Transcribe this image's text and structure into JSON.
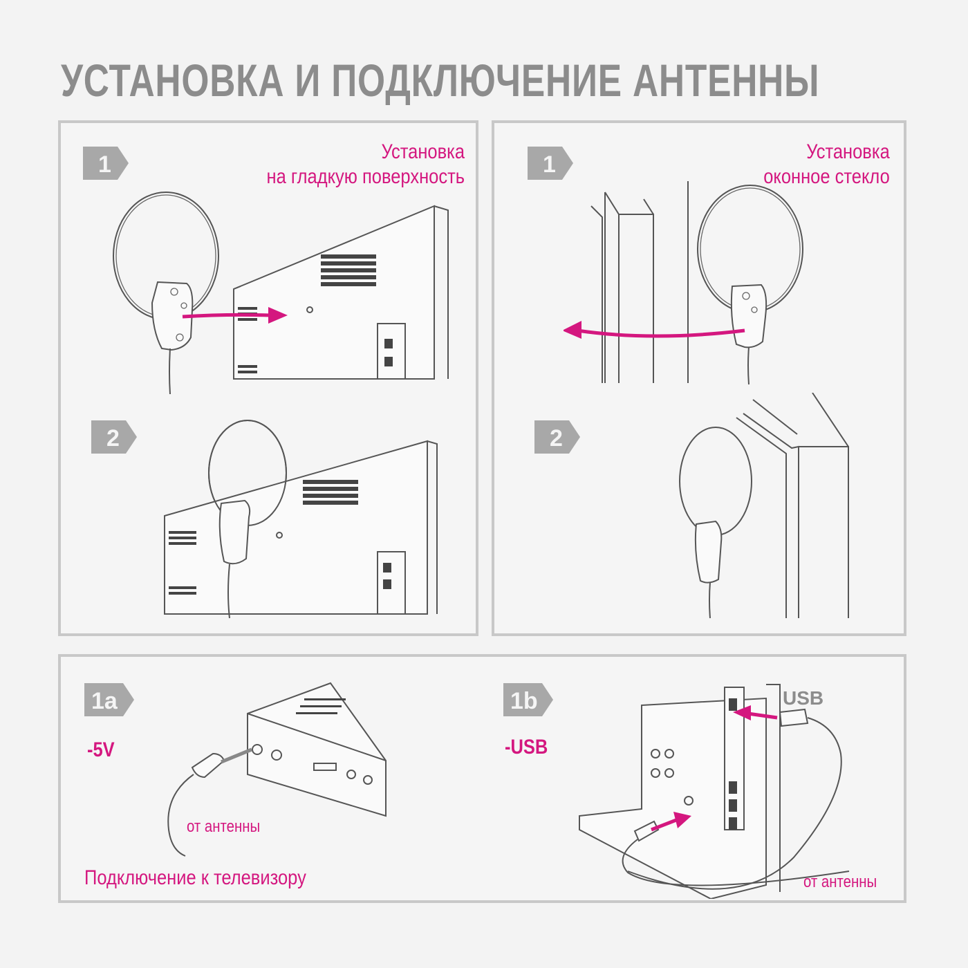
{
  "title": "УСТАНОВКА И ПОДКЛЮЧЕНИЕ АНТЕННЫ",
  "panels": {
    "left": {
      "step1_badge": "1",
      "step2_badge": "2",
      "label_line1": "Установка",
      "label_line2": "на гладкую поверхность"
    },
    "right": {
      "step1_badge": "1",
      "step2_badge": "2",
      "label_line1": "Установка",
      "label_line2": "оконное стекло"
    },
    "bottom": {
      "badge_a": "1a",
      "power_a": "-5V",
      "from_antenna_a": "от антенны",
      "connection_label": "Подключение к телевизору",
      "badge_b": "1b",
      "power_b": "-USB",
      "usb_label": "USB",
      "from_antenna_b": "от антенны"
    }
  },
  "colors": {
    "accent": "#d4177f",
    "badge": "#a8a8a8",
    "title": "#8c8c8c",
    "panel_border": "#c8c8c8"
  }
}
